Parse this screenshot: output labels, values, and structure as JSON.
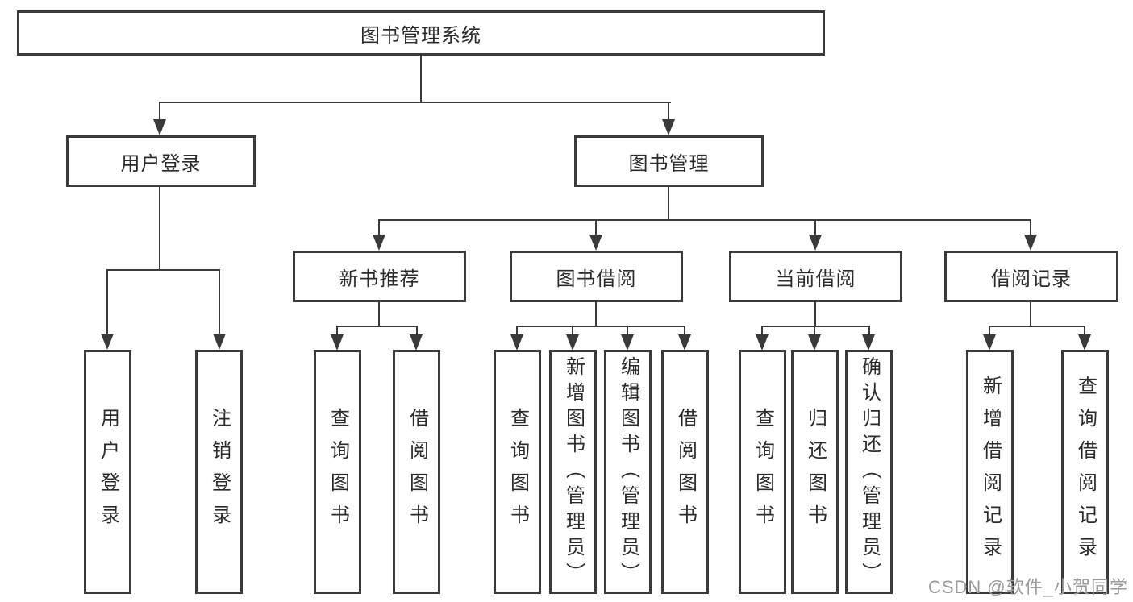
{
  "diagram": {
    "type": "tree",
    "root": {
      "label": "图书管理系统"
    },
    "level2": [
      {
        "label": "用户登录",
        "parent": "图书管理系统"
      },
      {
        "label": "图书管理",
        "parent": "图书管理系统"
      }
    ],
    "level3": [
      {
        "label": "新书推荐",
        "parent": "图书管理"
      },
      {
        "label": "图书借阅",
        "parent": "图书管理"
      },
      {
        "label": "当前借阅",
        "parent": "图书管理"
      },
      {
        "label": "借阅记录",
        "parent": "图书管理"
      }
    ],
    "leaves": [
      {
        "label": "用户登录",
        "parent": "用户登录"
      },
      {
        "label": "注销登录",
        "parent": "用户登录"
      },
      {
        "label": "查询图书",
        "parent": "新书推荐"
      },
      {
        "label": "借阅图书",
        "parent": "新书推荐"
      },
      {
        "label": "查询图书",
        "parent": "图书借阅"
      },
      {
        "label": "新增图书（管理员）",
        "parent": "图书借阅"
      },
      {
        "label": "编辑图书（管理员）",
        "parent": "图书借阅"
      },
      {
        "label": "借阅图书",
        "parent": "图书借阅"
      },
      {
        "label": "查询图书",
        "parent": "当前借阅"
      },
      {
        "label": "归还图书",
        "parent": "当前借阅"
      },
      {
        "label": "确认归还（管理员）",
        "parent": "当前借阅"
      },
      {
        "label": "新增借阅记录",
        "parent": "借阅记录"
      },
      {
        "label": "查询借阅记录",
        "parent": "借阅记录"
      }
    ]
  },
  "watermark": "CSDN @软件_小贺同学",
  "colors": {
    "line": "#3a3a3a",
    "text": "#2b2b2b",
    "background": "#ffffff",
    "watermark": "#9a9a9a"
  }
}
